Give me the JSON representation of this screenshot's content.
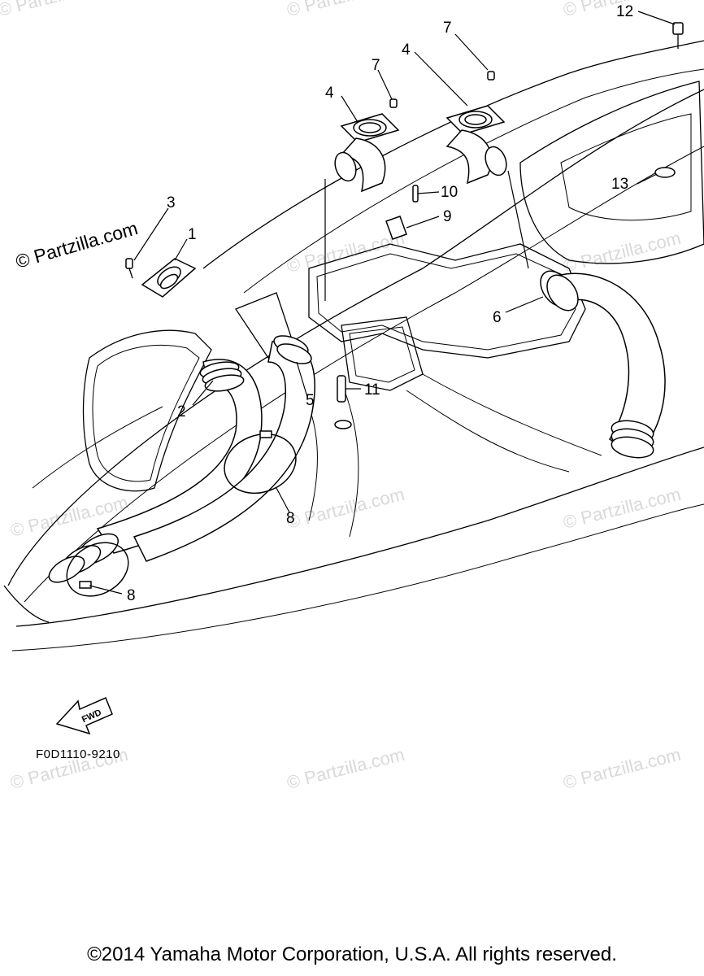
{
  "watermark": {
    "main": "© Partzilla.com",
    "faint": "© Partzilla.com"
  },
  "callouts": {
    "c1": "1",
    "c2": "2",
    "c3": "3",
    "c4a": "4",
    "c4b": "4",
    "c5": "5",
    "c6": "6",
    "c7a": "7",
    "c7b": "7",
    "c8a": "8",
    "c8b": "8",
    "c9": "9",
    "c10": "10",
    "c11": "11",
    "c12": "12",
    "c13": "13"
  },
  "fwd_label": "FWD",
  "diagram_code": "F0D1110-9210",
  "copyright": "©2014  Yamaha Motor Corporation, U.S.A. All rights reserved."
}
